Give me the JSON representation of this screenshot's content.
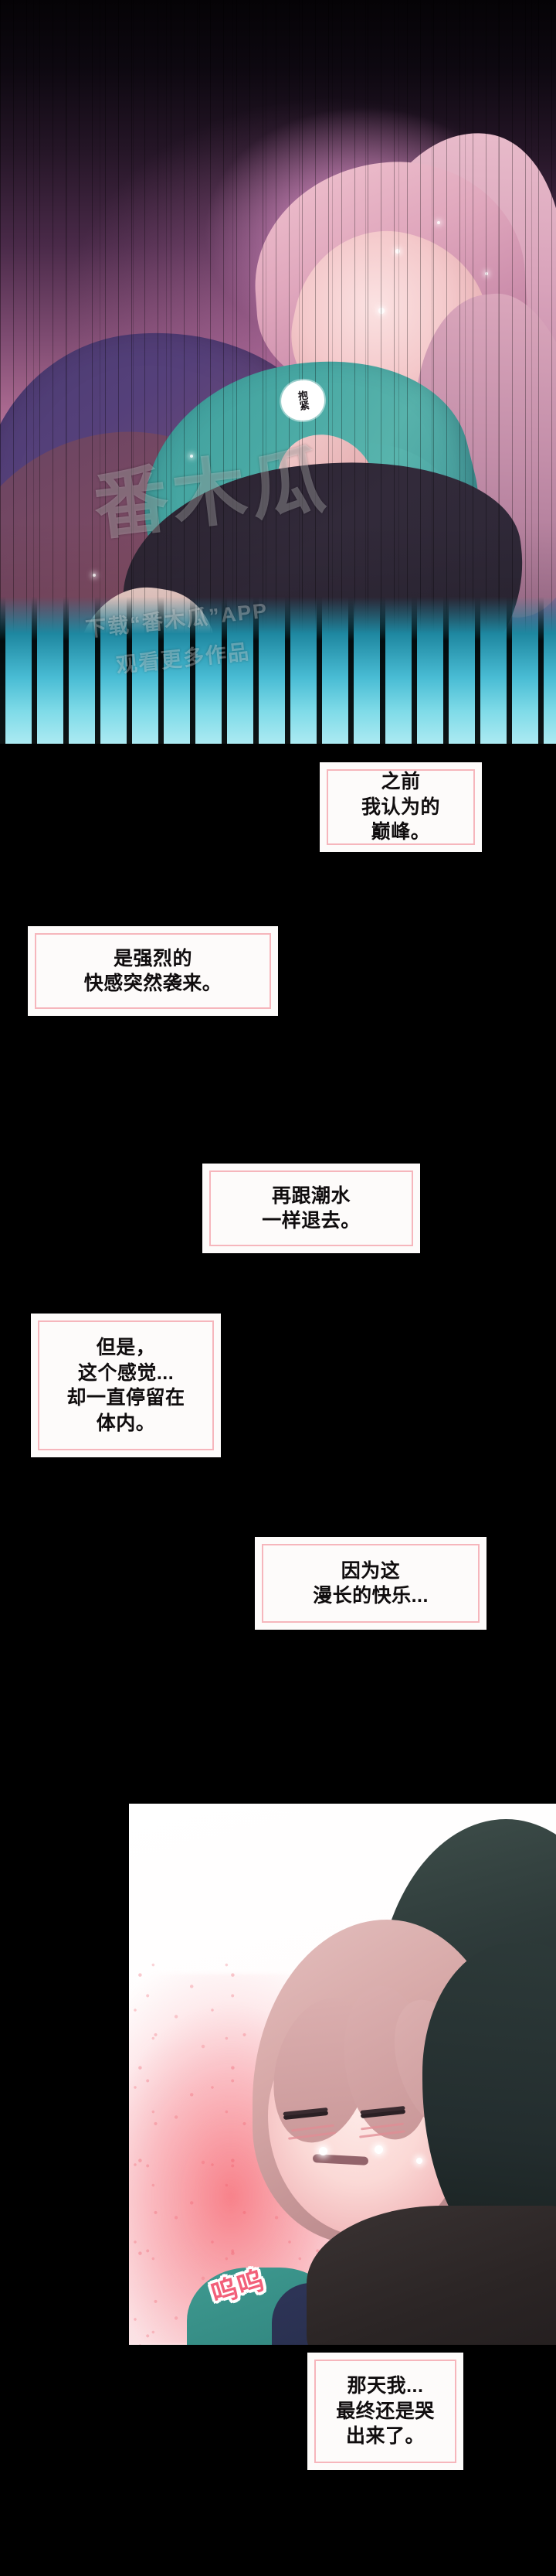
{
  "comic": {
    "top_panel": {
      "bubble_text": "抱紧",
      "watermark_large": "番木瓜",
      "watermark_line1": "下载“番木瓜”APP",
      "watermark_line2": "观看更多作品"
    },
    "text_boxes": [
      {
        "id": "box-1",
        "align": "right",
        "text": "之前\n我认为的\n巅峰。"
      },
      {
        "id": "box-2",
        "align": "left",
        "text": "是强烈的\n快感突然袭来。"
      },
      {
        "id": "box-3",
        "align": "right",
        "text": "再跟潮水\n一样退去。"
      },
      {
        "id": "box-4",
        "align": "left",
        "text": "但是，\n这个感觉...\n却一直停留在\n体内。"
      },
      {
        "id": "box-5",
        "align": "right",
        "text": "因为这\n漫长的快乐..."
      },
      {
        "id": "box-6",
        "align": "right",
        "text": "那天我...\n最终还是哭\n出来了。"
      }
    ],
    "bottom_panel": {
      "sfx_text": "呜呜"
    },
    "colors": {
      "background": "#000000",
      "box_background": "#fdfbfa",
      "box_border": "#f6b6bc",
      "text": "#100d0e",
      "sfx": "#f2607a",
      "teal": "#3f9a90",
      "accent_pink": "#f76e78"
    }
  }
}
